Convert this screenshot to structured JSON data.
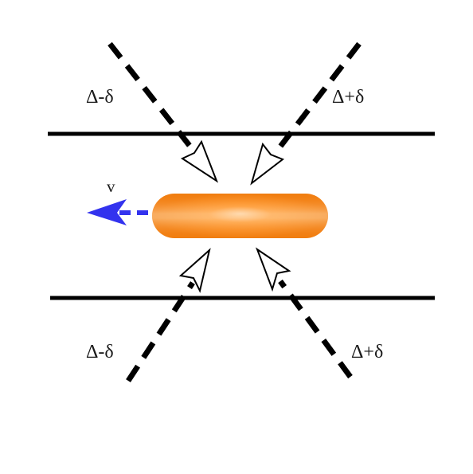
{
  "labels": {
    "upper_left": "Δ-δ",
    "upper_right": "Δ+δ",
    "lower_left": "Δ-δ",
    "lower_right": "Δ+δ",
    "velocity": "v"
  },
  "colors": {
    "atom_cloud": "#ff8a1c",
    "atom_cloud_highlight": "#ffd9a8",
    "velocity_arrow": "#3333ee",
    "beams": "#000000",
    "plates": "#000000"
  }
}
